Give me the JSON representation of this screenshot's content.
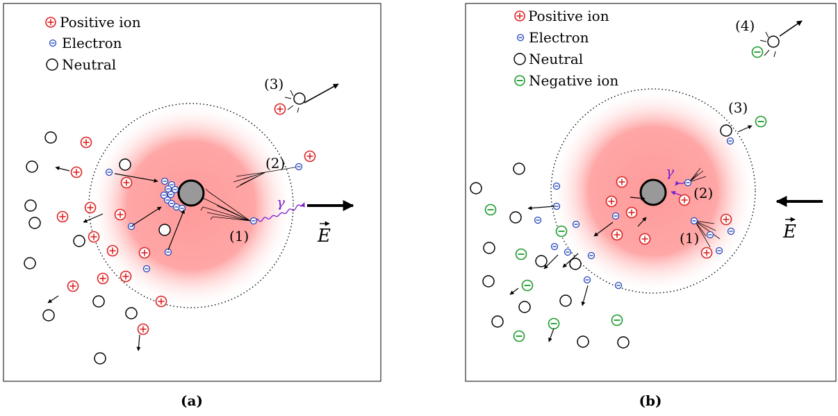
{
  "panel_a": {
    "caption": "(a)",
    "legend": [
      {
        "label": "Positive ion",
        "symbol": "plus",
        "color": "#dd2222"
      },
      {
        "label": "Electron",
        "symbol": "minus",
        "color": "#2244bb"
      },
      {
        "label": "Neutral",
        "symbol": "circle",
        "color": "#000000"
      }
    ],
    "labels": {
      "step1": "(1)",
      "step2": "(2)",
      "step3": "(3)",
      "gamma": "γ",
      "field": "E"
    }
  },
  "panel_b": {
    "caption": "(b)",
    "legend": [
      {
        "label": "Positive ion",
        "symbol": "plus",
        "color": "#dd2222"
      },
      {
        "label": "Electron",
        "symbol": "minus",
        "color": "#2244bb"
      },
      {
        "label": "Neutral",
        "symbol": "circle",
        "color": "#000000"
      },
      {
        "label": "Negative ion",
        "symbol": "minus",
        "color": "#1a9a2a"
      }
    ],
    "labels": {
      "step1": "(1)",
      "step2": "(2)",
      "step3": "(3)",
      "step4": "(4)",
      "gamma": "γ",
      "field": "E"
    }
  },
  "colors": {
    "positive": "#dd2222",
    "electron": "#2244bb",
    "negative": "#1a9a2a",
    "photon": "#7a1fd0",
    "glow": "#ff9a9a",
    "particle": "#999999"
  }
}
